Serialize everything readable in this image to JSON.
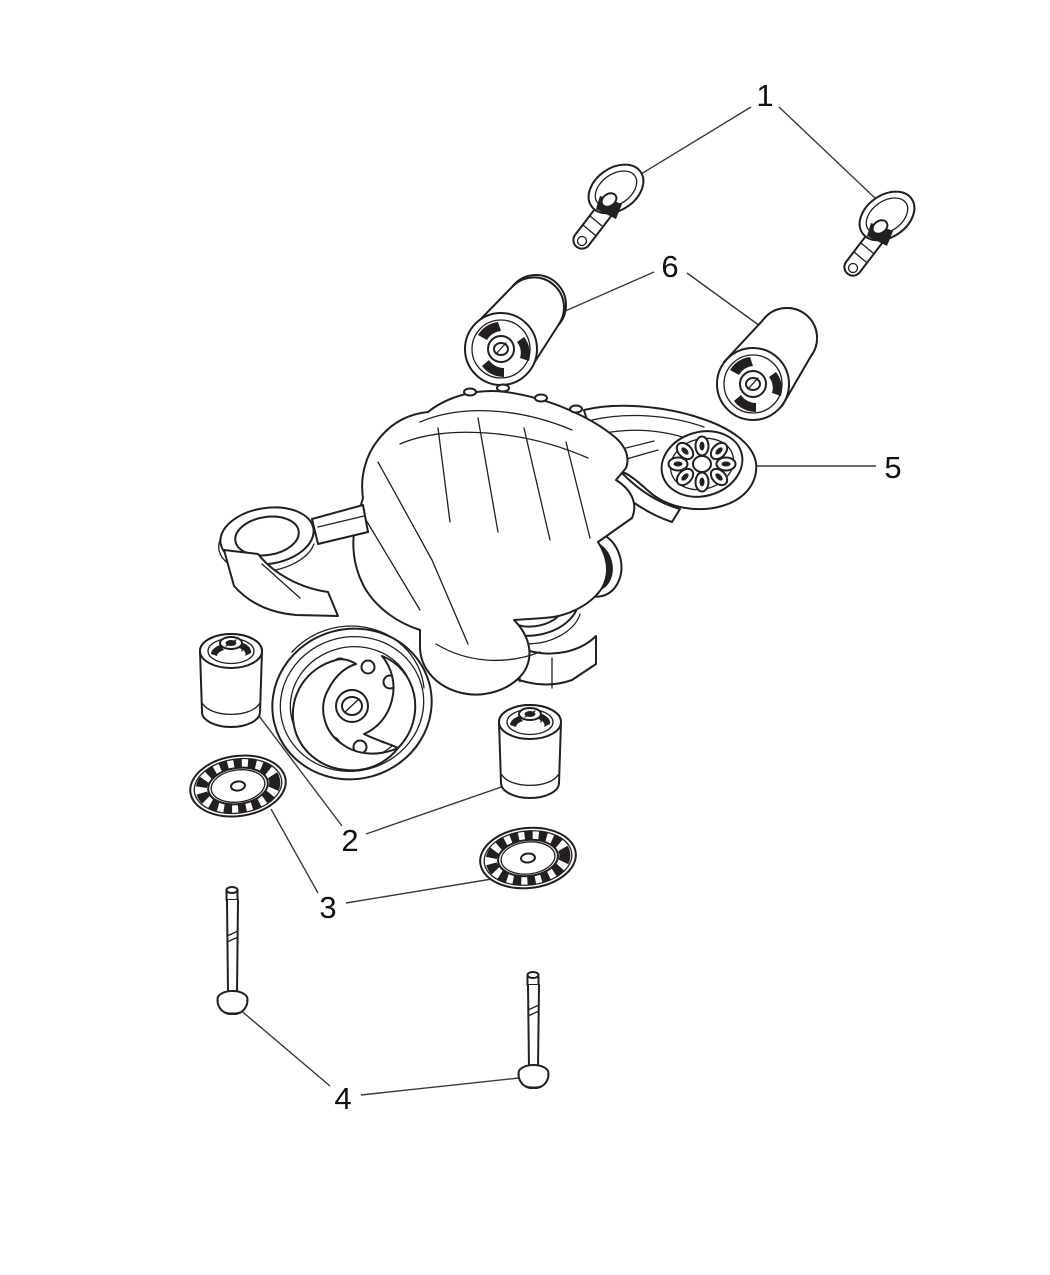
{
  "diagram": {
    "background_color": "#ffffff",
    "line_color": "#231f20",
    "leader_color": "#3a3a3a",
    "callouts": [
      {
        "label": "1",
        "depicts": "upper-mounting-bolt-pair"
      },
      {
        "label": "2",
        "depicts": "lower-isolator-bushing-pair"
      },
      {
        "label": "3",
        "depicts": "toothed-isolator-washer-pair"
      },
      {
        "label": "4",
        "depicts": "lower-mounting-bolt-pair"
      },
      {
        "label": "5",
        "depicts": "differential-mounting-bracket"
      },
      {
        "label": "6",
        "depicts": "upper-isolator-bushing-pair"
      }
    ]
  }
}
